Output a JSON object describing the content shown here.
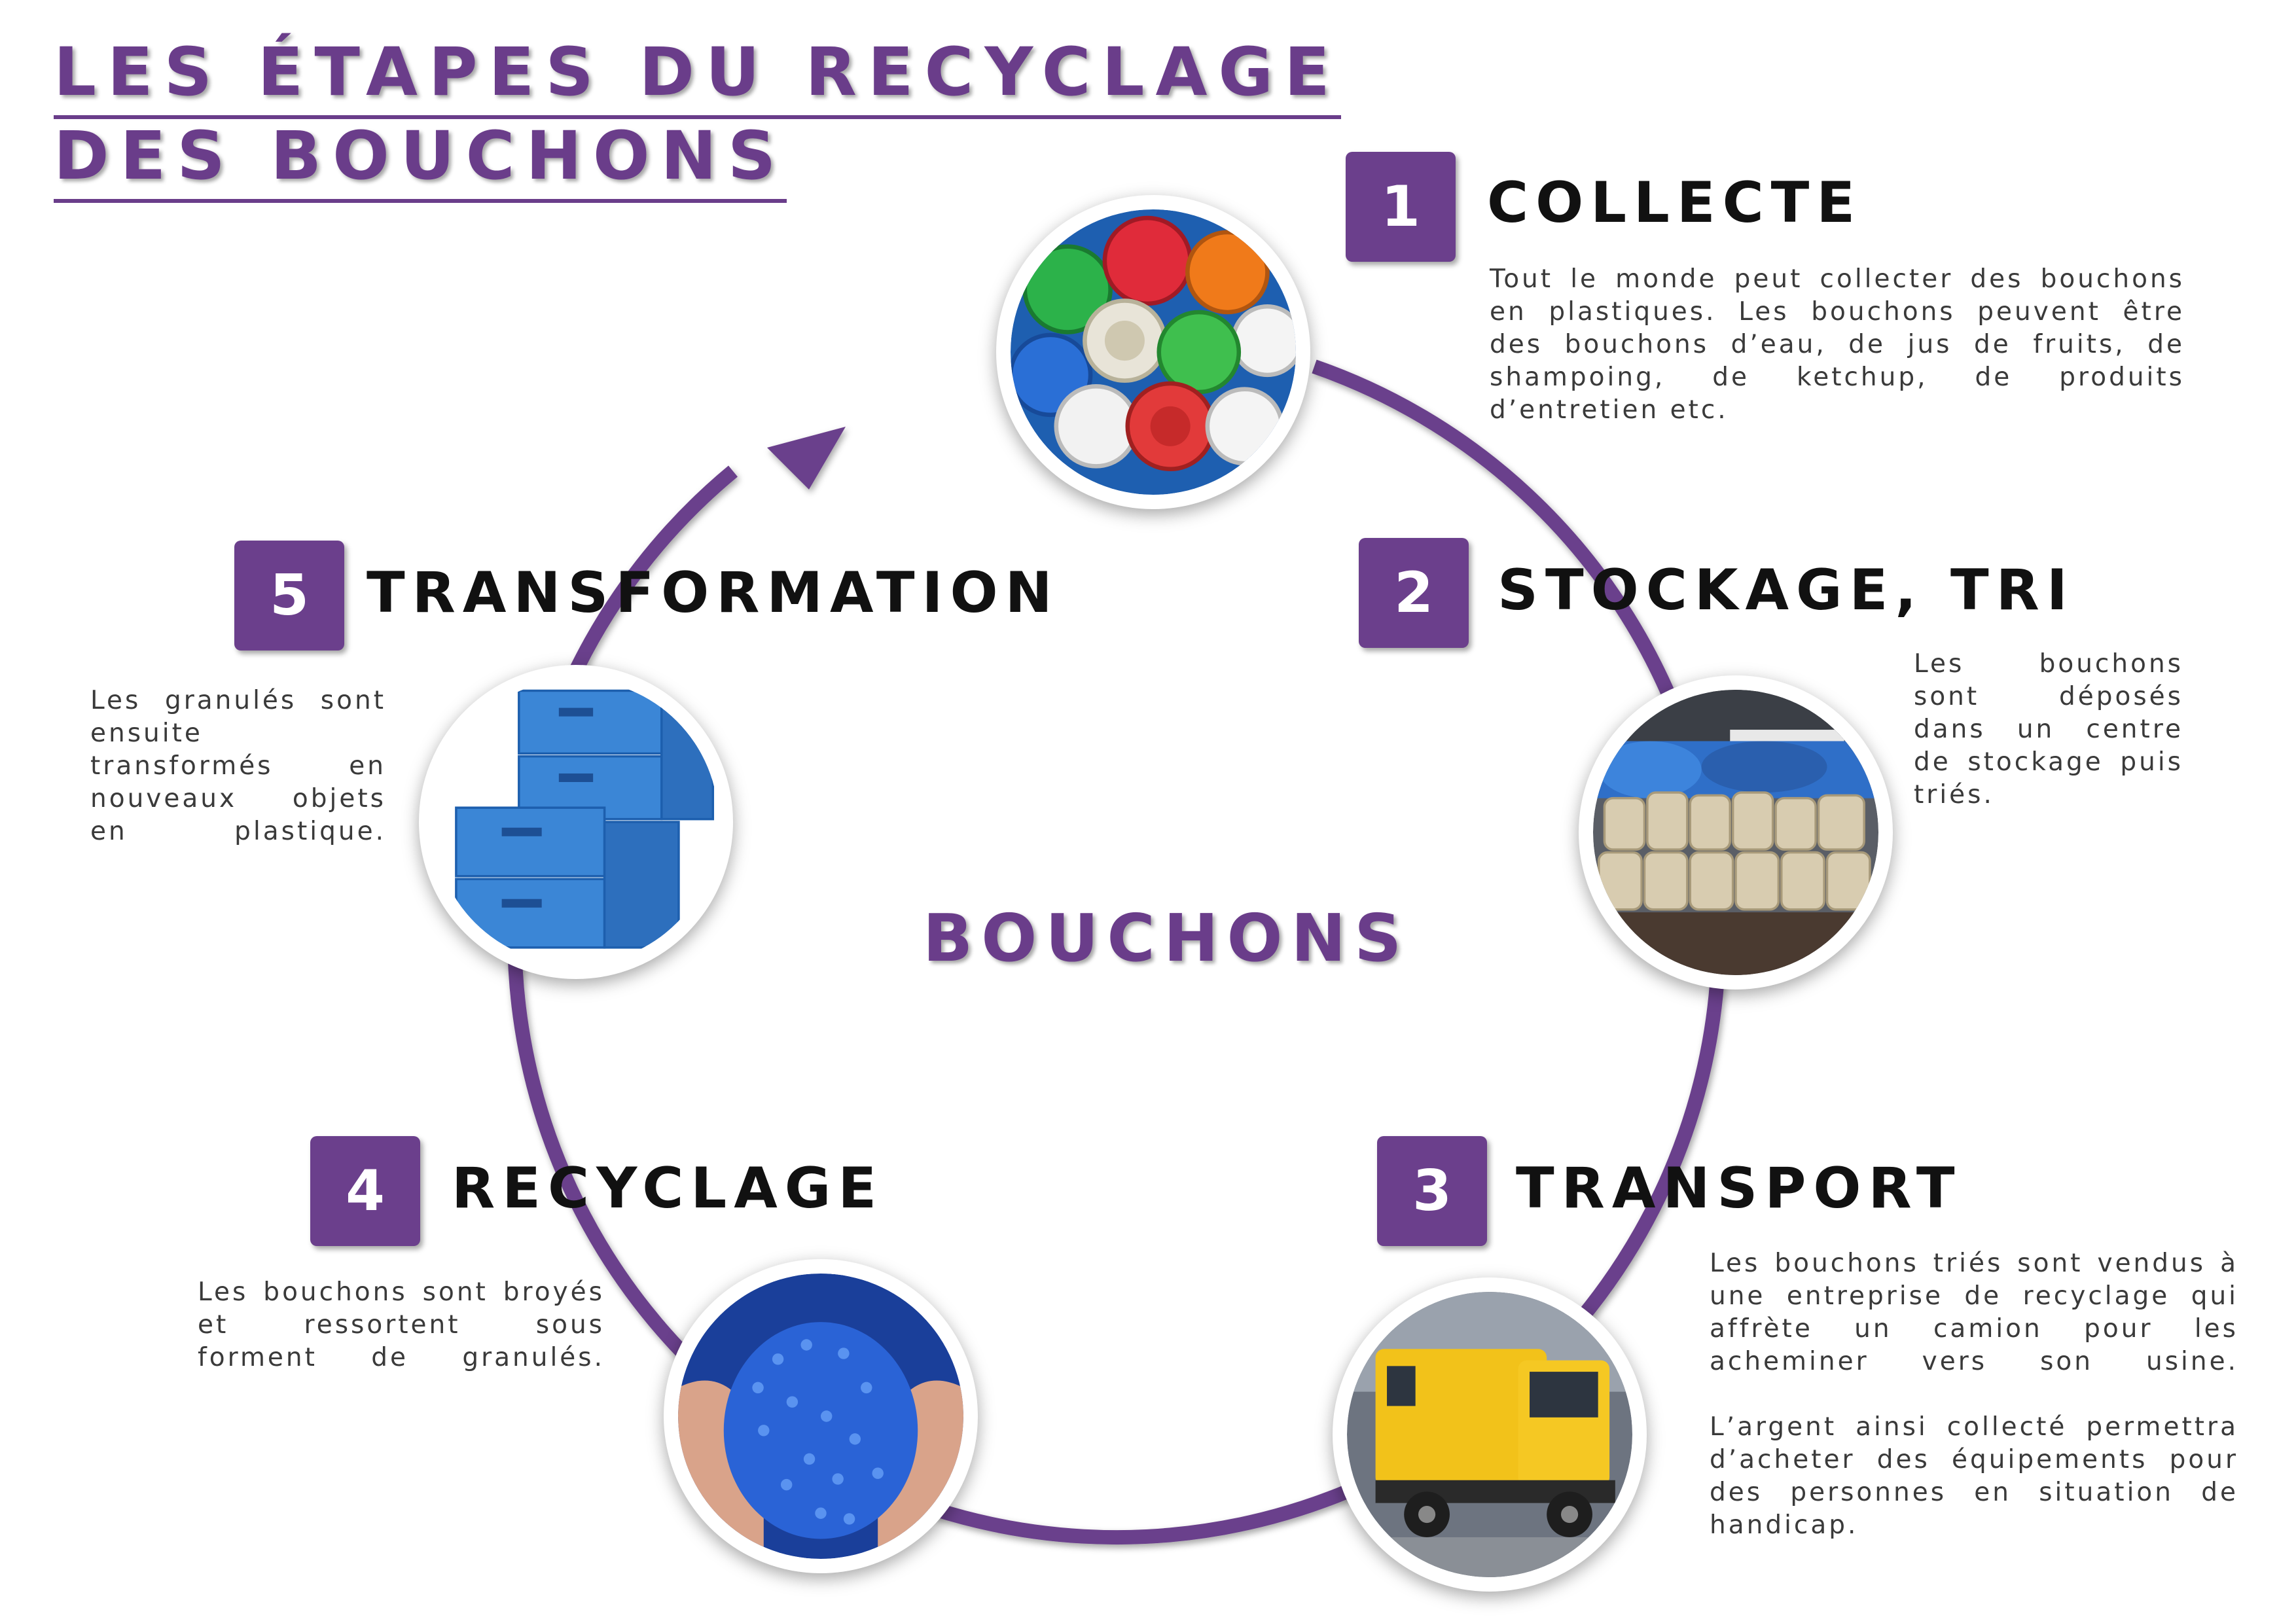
{
  "title": {
    "line1": "LES ÉTAPES DU RECYCLAGE",
    "line2": "DES BOUCHONS"
  },
  "center_label": "BOUCHONS",
  "colors": {
    "accent": "#6b3f8c",
    "title": "#6a3d8a",
    "text": "#3a3a3a"
  },
  "steps": [
    {
      "number": "1",
      "title": "COLLECTE",
      "description": "Tout le monde peut collecter des bouchons en plastiques. Les bouchons peuvent être des bouchons d’eau, de jus de fruits, de shampoing, de ketchup, de produits d’entretien etc.",
      "image_icon": "colorful-bottle-caps-photo"
    },
    {
      "number": "2",
      "title": "STOCKAGE, TRI",
      "description": "Les bouchons sont déposés dans un centre de stockage puis triés.",
      "image_icon": "stacked-sacks-warehouse-photo"
    },
    {
      "number": "3",
      "title": "TRANSPORT",
      "description": "Les bouchons triés sont vendus à une entreprise de recyclage qui affrète un camion pour les acheminer vers son usine.",
      "description2": "L’argent ainsi collecté permettra d’acheter des équipements pour des personnes en situation de handicap.",
      "image_icon": "yellow-truck-photo"
    },
    {
      "number": "4",
      "title": "RECYCLAGE",
      "description": "Les bouchons sont broyés et ressortent sous forment de granulés.",
      "image_icon": "blue-plastic-granules-photo"
    },
    {
      "number": "5",
      "title": "TRANSFORMATION",
      "description": "Les granulés sont ensuite transformés en nouveaux objets en plastique.",
      "image_icon": "blue-plastic-crates-photo"
    }
  ]
}
